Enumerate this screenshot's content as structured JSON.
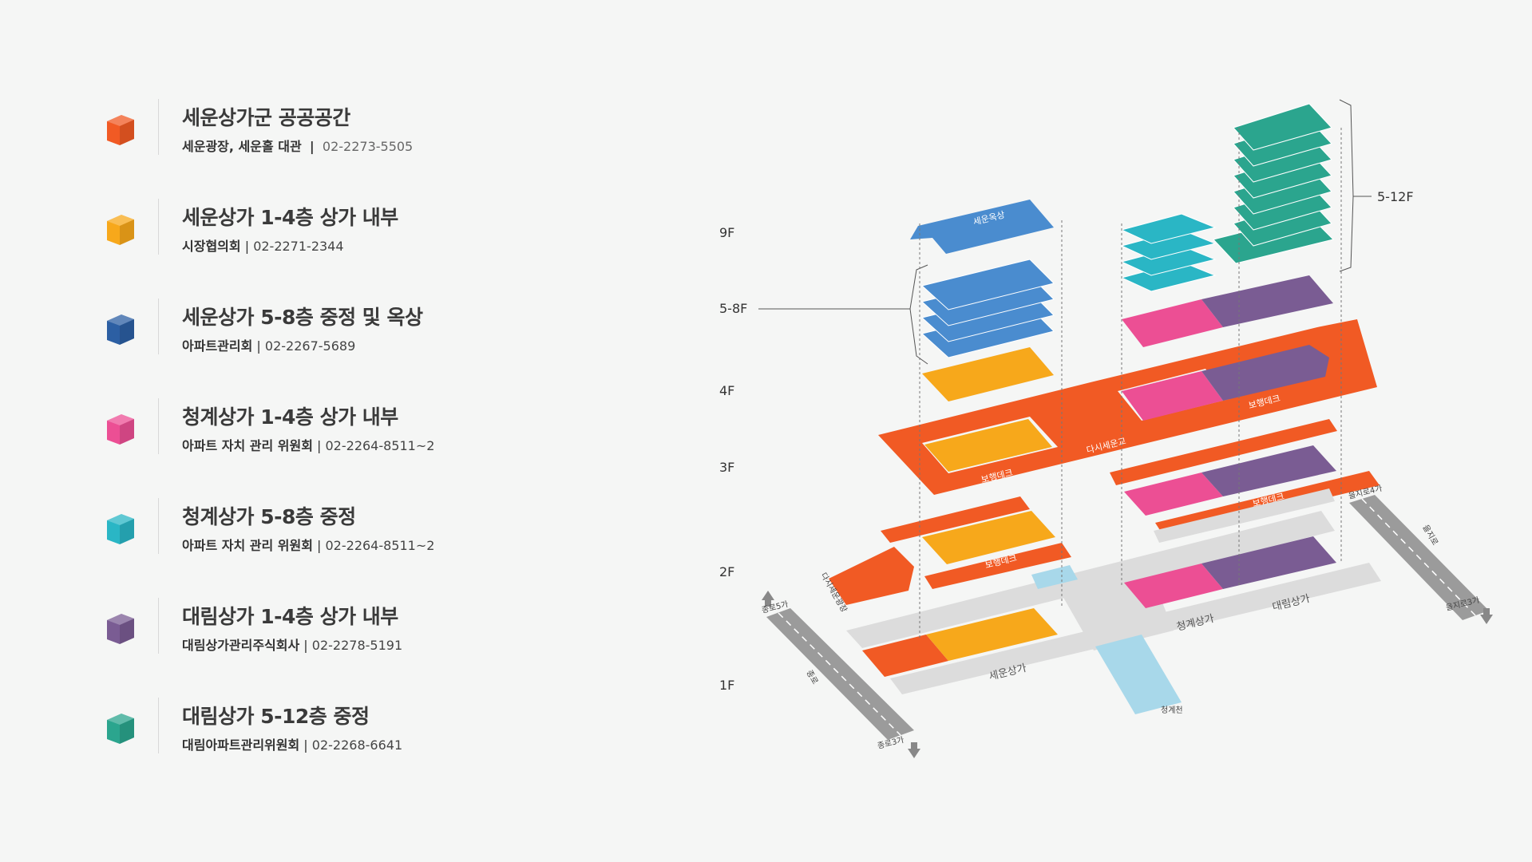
{
  "colors": {
    "orange": "#f15a24",
    "yellow": "#f7a81b",
    "blue": "#4a8ccf",
    "darkblue": "#2c5fa3",
    "pink": "#ec4f94",
    "cyan": "#2ab6c5",
    "purple": "#7a5c93",
    "green": "#2ba58e",
    "gray": "#d9d9d9",
    "road": "#9b9b9b",
    "water": "#a8d8ea"
  },
  "legend": [
    {
      "icon": "building-orange-icon",
      "color": "#f15a24",
      "title": "세운상가군 공공공간",
      "org": "세운광장, 세운홀 대관",
      "sep": "|",
      "phone": "02-2273-5505"
    },
    {
      "icon": "building-yellow-icon",
      "color": "#f7a81b",
      "title": "세운상가 1-4층 상가 내부",
      "org": "시장협의회",
      "sep": "|",
      "phone": "02-2271-2344"
    },
    {
      "icon": "building-darkblue-icon",
      "color": "#2c5fa3",
      "title": "세운상가 5-8층 중정 및 옥상",
      "org": "아파트관리회",
      "sep": "|",
      "phone": "02-2267-5689"
    },
    {
      "icon": "building-pink-icon",
      "color": "#ec4f94",
      "title": "청계상가 1-4층 상가 내부",
      "org": "아파트 자치 관리 위원회",
      "sep": "|",
      "phone": "02-2264-8511~2"
    },
    {
      "icon": "building-cyan-icon",
      "color": "#2ab6c5",
      "title": "청계상가 5-8층 중정",
      "org": "아파트 자치 관리 위원회",
      "sep": "|",
      "phone": "02-2264-8511~2"
    },
    {
      "icon": "building-purple-icon",
      "color": "#7a5c93",
      "title": "대림상가 1-4층 상가 내부",
      "org": "대림상가관리주식회사",
      "sep": "|",
      "phone": "02-2278-5191"
    },
    {
      "icon": "building-green-icon",
      "color": "#2ba58e",
      "title": "대림상가 5-12층 중정",
      "org": "대림아파트관리위원회",
      "sep": "|",
      "phone": "02-2268-6641"
    }
  ],
  "floors": [
    "9F",
    "5-8F",
    "4F",
    "3F",
    "2F",
    "1F"
  ],
  "floor_right": "5-12F",
  "map_labels": {
    "rooftop": "세운옥상",
    "deck1": "보행데크",
    "deck2": "보행데크",
    "deck3": "보행데크",
    "deck4": "보행데크",
    "bridge": "다시세운교",
    "plaza": "다시세운광장",
    "sewoon": "세운상가",
    "cheonggye_bldg": "청계상가",
    "daelim": "대림상가",
    "cheonggyecheon": "청계천",
    "jongno": "종로",
    "euljiro": "을지로",
    "jongno5": "종로5가",
    "jongno3": "종로3가",
    "euljiro4": "을지로4가",
    "euljiro3": "을지로3가"
  }
}
